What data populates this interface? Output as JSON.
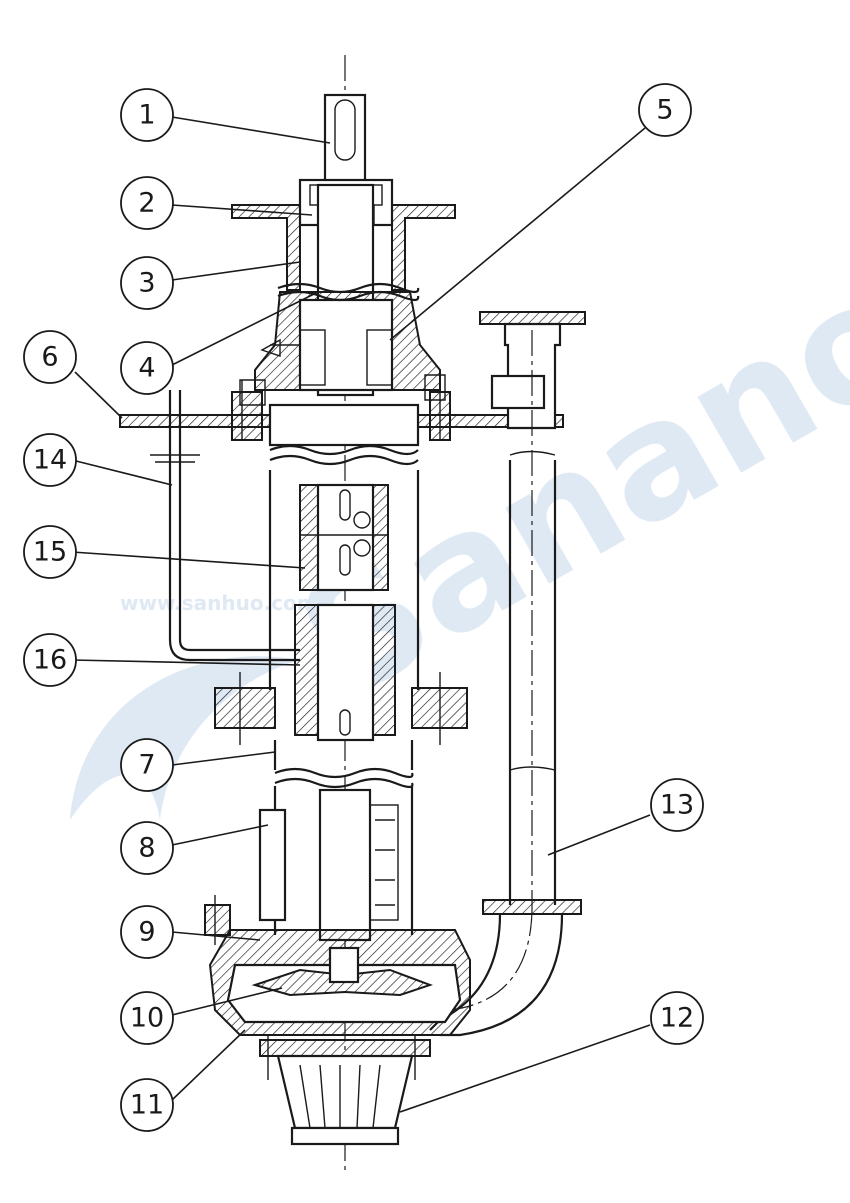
{
  "callouts": [
    {
      "n": "1"
    },
    {
      "n": "2"
    },
    {
      "n": "3"
    },
    {
      "n": "4"
    },
    {
      "n": "5"
    },
    {
      "n": "6"
    },
    {
      "n": "14"
    },
    {
      "n": "15"
    },
    {
      "n": "16"
    },
    {
      "n": "7"
    },
    {
      "n": "8"
    },
    {
      "n": "9"
    },
    {
      "n": "10"
    },
    {
      "n": "11"
    },
    {
      "n": "12"
    },
    {
      "n": "13"
    }
  ],
  "watermark": {
    "brand": "Sanano",
    "url": "www.sanhuo.com",
    "color": "#d9e6f2"
  },
  "colors": {
    "line": "#1a1a1a",
    "background": "#ffffff"
  }
}
